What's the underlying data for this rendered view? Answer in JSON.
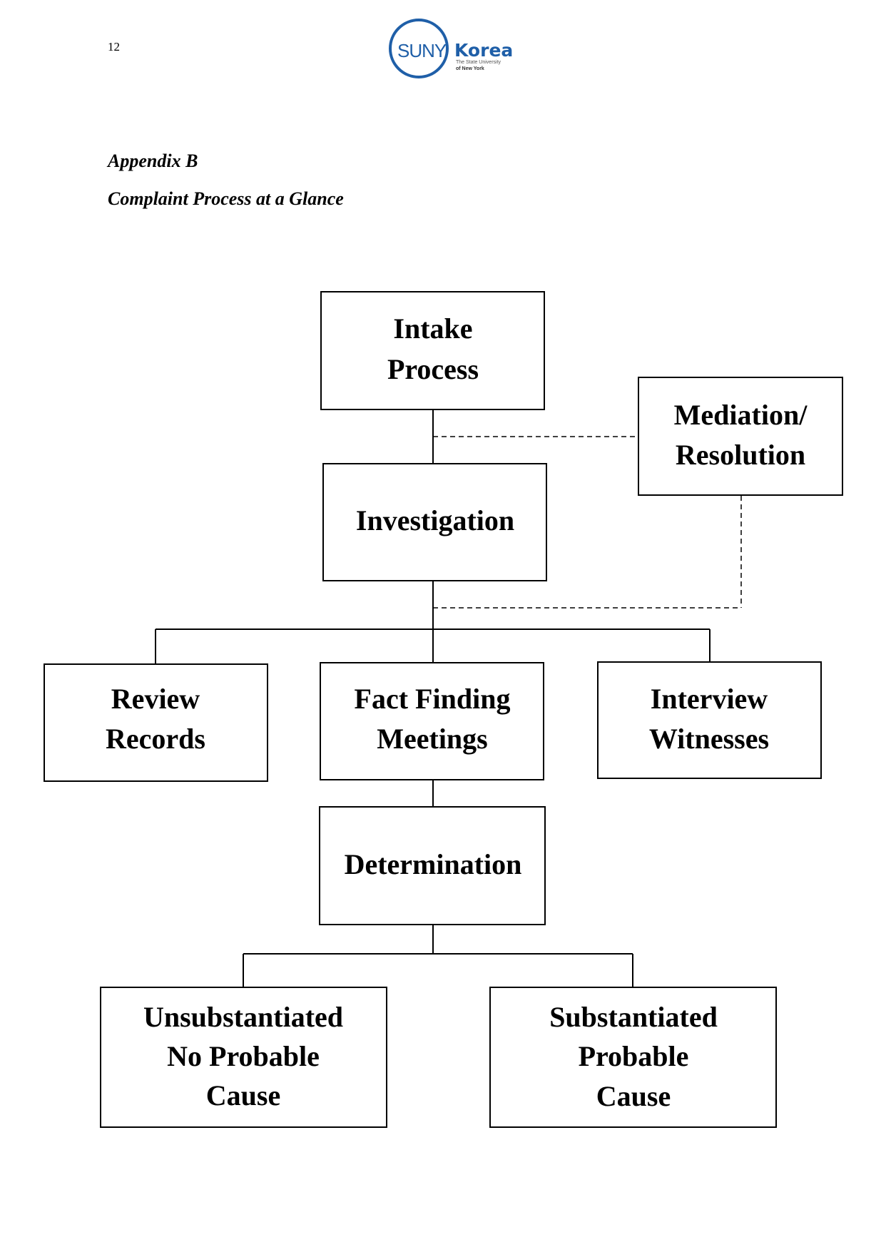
{
  "page": {
    "number": "12"
  },
  "logo": {
    "brand_suny": "SUNY",
    "brand_korea": "Korea",
    "sub_line1": "The State University",
    "sub_line2": "of New York"
  },
  "headings": {
    "appendix": "Appendix B",
    "title": "Complaint Process at a Glance"
  },
  "nodes": {
    "intake": [
      "Intake",
      "Process"
    ],
    "mediation": [
      "Mediation/",
      "Resolution"
    ],
    "investigation": [
      "Investigation"
    ],
    "review": [
      "Review",
      "Records"
    ],
    "fact": [
      "Fact Finding",
      "Meetings"
    ],
    "interview": [
      "Interview",
      "Witnesses"
    ],
    "determination": [
      "Determination"
    ],
    "unsub": [
      "Unsubstantiated",
      "No Probable",
      "Cause"
    ],
    "sub": [
      "Substantiated",
      "Probable",
      "Cause"
    ]
  }
}
